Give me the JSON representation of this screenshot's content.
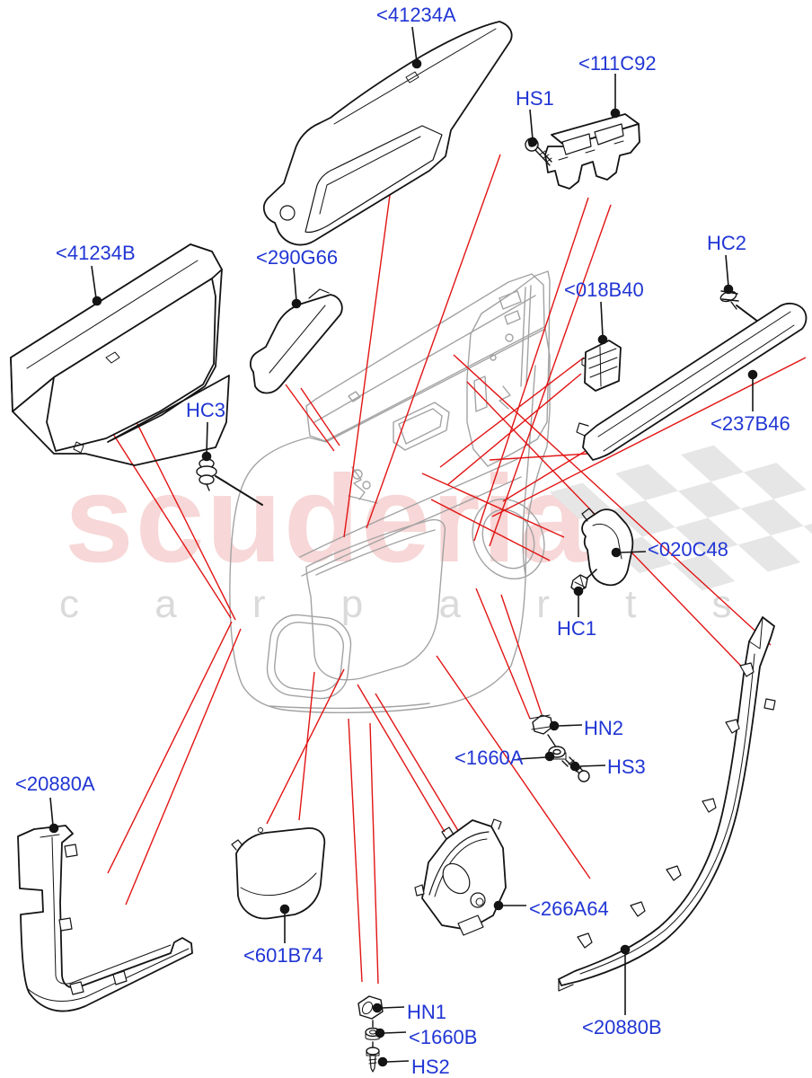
{
  "diagram": {
    "type": "exploded-parts-diagram",
    "subject": "front-door-trim-panel",
    "labels": [
      {
        "id": "41234A",
        "text": "<41234A"
      },
      {
        "id": "111C92",
        "text": "<111C92"
      },
      {
        "id": "HS1",
        "text": "HS1"
      },
      {
        "id": "41234B",
        "text": "<41234B"
      },
      {
        "id": "290G66",
        "text": "<290G66"
      },
      {
        "id": "HC2",
        "text": "HC2"
      },
      {
        "id": "018B40",
        "text": "<018B40"
      },
      {
        "id": "HC3",
        "text": "HC3"
      },
      {
        "id": "237B46",
        "text": "<237B46"
      },
      {
        "id": "020C48",
        "text": "<020C48"
      },
      {
        "id": "HC1",
        "text": "HC1"
      },
      {
        "id": "HN2",
        "text": "HN2"
      },
      {
        "id": "1660A",
        "text": "<1660A"
      },
      {
        "id": "HS3",
        "text": "HS3"
      },
      {
        "id": "20880A",
        "text": "<20880A"
      },
      {
        "id": "601B74",
        "text": "<601B74"
      },
      {
        "id": "266A64",
        "text": "<266A64"
      },
      {
        "id": "HN1",
        "text": "HN1"
      },
      {
        "id": "1660B",
        "text": "<1660B"
      },
      {
        "id": "HS2",
        "text": "HS2"
      },
      {
        "id": "20880B",
        "text": "<20880B"
      }
    ],
    "watermark": {
      "brand": "scuderia",
      "tagline": "c a r p a r t s"
    },
    "colors": {
      "label_blue": "#2136d4",
      "leader_red": "#e21414",
      "line_black": "#141414",
      "panel_gray": "#a3a3a3",
      "watermark_pink": "#e78a8a",
      "watermark_gray": "#bbbbbb",
      "flag_gray": "#e6e6e6"
    }
  }
}
